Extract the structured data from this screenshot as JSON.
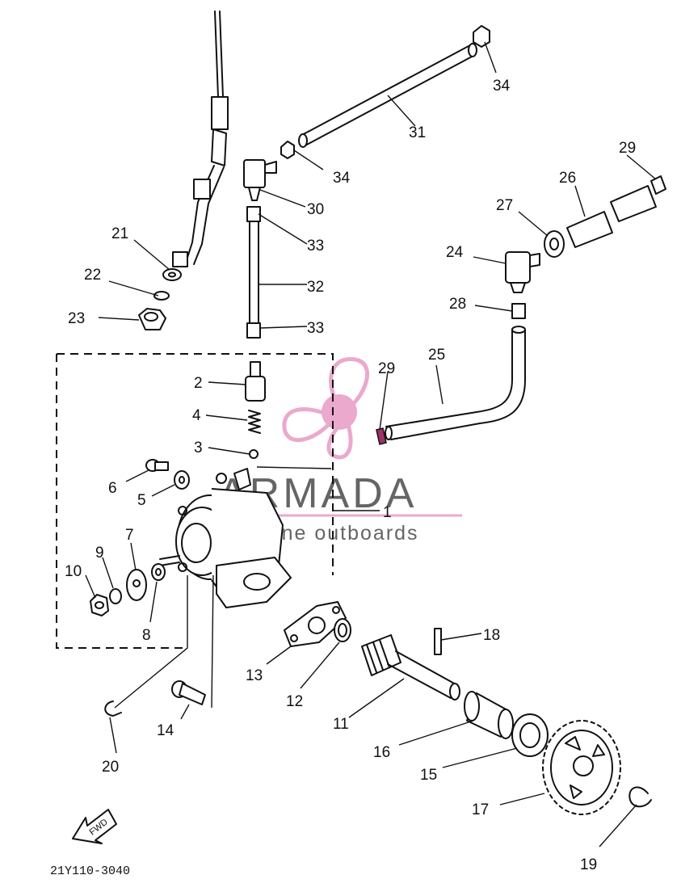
{
  "part_labels": {
    "p1": "1",
    "p2": "2",
    "p3": "3",
    "p4": "4",
    "p5": "5",
    "p6": "6",
    "p7": "7",
    "p8": "8",
    "p9": "9",
    "p10": "10",
    "p11": "11",
    "p12": "12",
    "p13": "13",
    "p14": "14",
    "p15": "15",
    "p16": "16",
    "p17": "17",
    "p18": "18",
    "p19": "19",
    "p20": "20",
    "p21": "21",
    "p22": "22",
    "p23": "23",
    "p24": "24",
    "p25": "25",
    "p26": "26",
    "p27": "27",
    "p28": "28",
    "p29a": "29",
    "p29b": "29",
    "p30": "30",
    "p31": "31",
    "p32": "32",
    "p33a": "33",
    "p33b": "33",
    "p34a": "34",
    "p34b": "34"
  },
  "fwd_label": "FWD",
  "drawing_code": "21Y110-3040",
  "watermark": {
    "brand": "ARMADA",
    "tagline": "marine outboards",
    "accent_color": "#e8a0c8"
  }
}
